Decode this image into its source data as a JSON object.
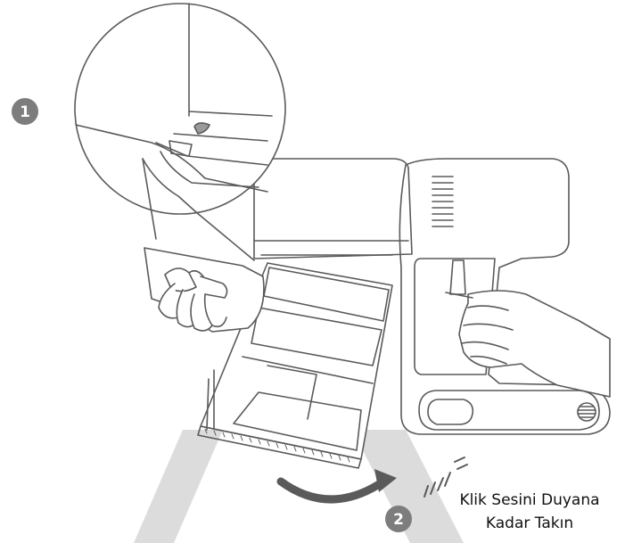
{
  "steps": {
    "step1": "1",
    "step2": "2"
  },
  "caption": {
    "line1": "Klik Sesini Duyana",
    "line2": "Kadar Takın"
  },
  "colors": {
    "line": "#5a5a5a",
    "badge": "#7d7d7d",
    "watermark": "#d9d9d9",
    "text": "#111111"
  }
}
